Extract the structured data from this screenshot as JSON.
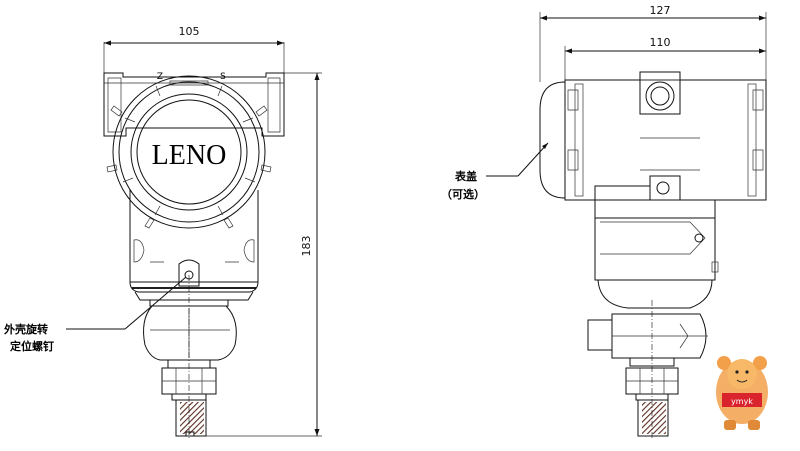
{
  "front_view": {
    "width_dim": "105",
    "height_dim": "183",
    "logo_text": "LENO",
    "cover_marks": [
      "Z",
      "S"
    ],
    "screw_label_line1": "外壳旋转",
    "screw_label_line2": "定位螺钉"
  },
  "side_view": {
    "overall_width_dim": "127",
    "body_width_dim": "110",
    "cover_label_line1": "表盖",
    "cover_label_line2": "（可选）"
  },
  "watermark": {
    "text": "ymyk"
  }
}
